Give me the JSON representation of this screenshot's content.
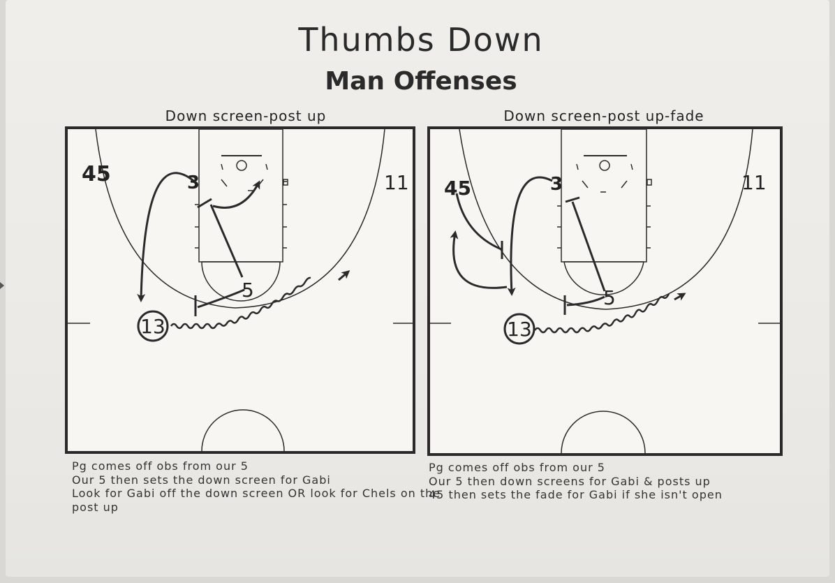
{
  "title": "Thumbs Down",
  "subtitle": "Man Offenses",
  "colors": {
    "ink": "#2a2a2a",
    "paper": "#f7f6f3"
  },
  "plays": [
    {
      "heading": "Down screen-post up",
      "players": {
        "p45": "45",
        "p3": "3",
        "p11": "11",
        "p5": "5",
        "p13": "13"
      },
      "notes": [
        "Pg comes off obs from our 5",
        "Our 5 then sets the down screen for Gabi",
        "Look for Gabi off the down screen OR look for Chels on the",
        "post up"
      ]
    },
    {
      "heading": "Down screen-post up-fade",
      "players": {
        "p45": "45",
        "p3": "3",
        "p11": "11",
        "p5": "5",
        "p13": "13"
      },
      "notes": [
        "Pg comes off obs from our 5",
        "Our 5 then down screens for Gabi & posts up",
        "45 then sets the fade for Gabi if she isn't open"
      ]
    }
  ]
}
